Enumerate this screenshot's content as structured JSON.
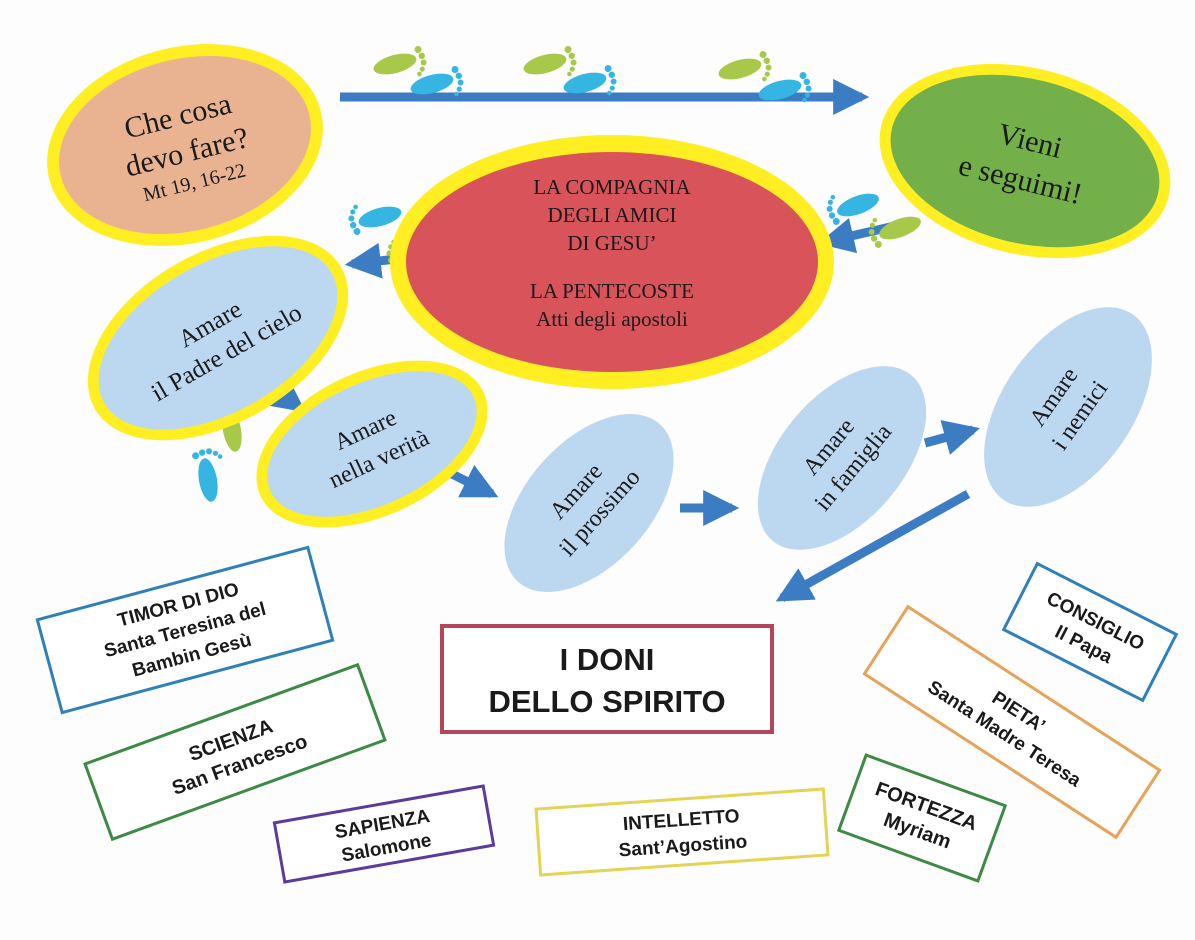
{
  "ovals": {
    "question": {
      "line1": "Che cosa",
      "line2": "devo fare?",
      "ref": "Mt 19, 16-22"
    },
    "call": {
      "line1": "Vieni",
      "line2": "e seguimi!"
    },
    "company": {
      "line1": "LA COMPAGNIA",
      "line2": "DEGLI AMICI",
      "line3": "DI GESU’",
      "line4": "LA PENTECOSTE",
      "line5": "Atti degli apostoli"
    },
    "father": {
      "line1": "Amare",
      "line2": "il Padre del cielo"
    },
    "truth": {
      "line1": "Amare",
      "line2": "nella verità"
    },
    "neighbor": {
      "line1": "Amare",
      "line2": "il prossimo"
    },
    "family": {
      "line1": "Amare",
      "line2": "in famiglia"
    },
    "enemies": {
      "line1": "Amare",
      "line2": "i nemici"
    }
  },
  "gifts": {
    "title_line1": "I DONI",
    "title_line2": "DELLO SPIRITO",
    "timor": {
      "line1": "TIMOR DI DIO",
      "line2": "Santa Teresina del",
      "line3": "Bambin Gesù"
    },
    "scienza": {
      "line1": "SCIENZA",
      "line2": "San Francesco"
    },
    "sapienza": {
      "line1": "SAPIENZA",
      "line2": "Salomone"
    },
    "intelletto": {
      "line1": "INTELLETTO",
      "line2": "Sant’Agostino"
    },
    "fortezza": {
      "line1": "FORTEZZA",
      "line2": "Myriam"
    },
    "pieta": {
      "line1": "PIETA’",
      "line2": "Santa Madre Teresa"
    },
    "consiglio": {
      "line1": "CONSIGLIO",
      "line2": "Il Papa"
    }
  },
  "colors": {
    "highlight": "#ffee22",
    "question_fill": "#e9b392",
    "call_fill": "#74b04a",
    "company_fill": "#d9545a",
    "blue_oval_fill": "#bcd7f0",
    "arrow": "#3b7cc3",
    "foot_green": "#a8c84a",
    "foot_blue": "#35b5e2"
  },
  "icons": {
    "footprints": "footprints-icon"
  }
}
